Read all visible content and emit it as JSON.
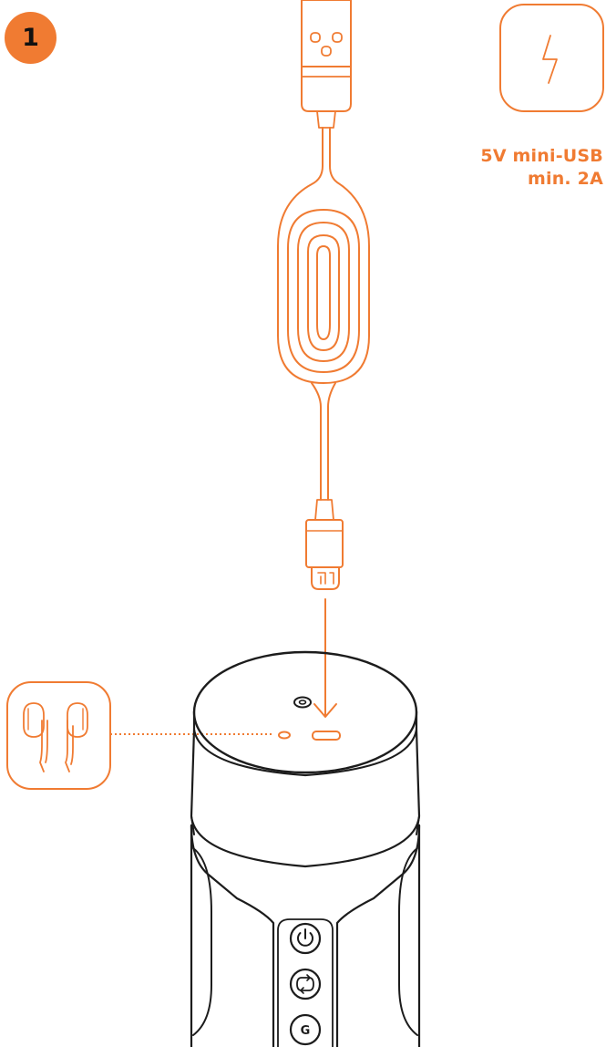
{
  "step": {
    "number": "1"
  },
  "power_spec": {
    "line1": "5V mini-USB",
    "line2": "min. 2A"
  },
  "colors": {
    "accent": "#F07B32",
    "line": "#1c1c1c",
    "background": "#ffffff"
  },
  "icons": {
    "step_badge": "orange-circle",
    "power": "lightning-bolt-icon",
    "headphones": "earphones-icon",
    "buttons": [
      "power-icon",
      "cycle-icon",
      "g-icon"
    ]
  }
}
